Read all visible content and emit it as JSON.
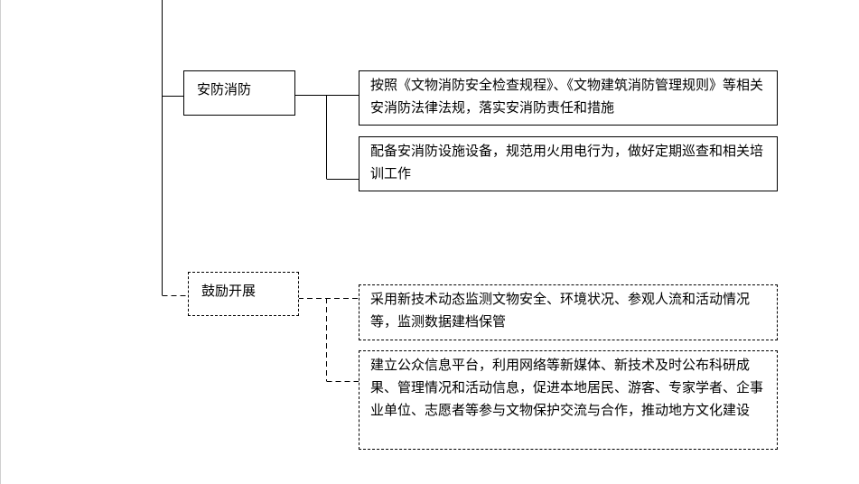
{
  "categories": [
    {
      "label": "安防消防",
      "style": "solid",
      "items": [
        "按照《文物消防安全检查规程》、《文物建筑消防管理规则》等相关安消防法律法规，落实安消防责任和措施",
        "配备安消防设施设备，规范用火用电行为，做好定期巡查和相关培训工作"
      ]
    },
    {
      "label": "鼓励开展",
      "style": "dashed",
      "items": [
        "采用新技术动态监测文物安全、环境状况、参观人流和活动情况等，监测数据建档保管",
        "建立公众信息平台，利用网络等新媒体、新技术及时公布科研成果、管理情况和活动信息，促进本地居民、游客、专家学者、企事业单位、志愿者等参与文物保护交流与合作，推动地方文化建设"
      ]
    }
  ]
}
